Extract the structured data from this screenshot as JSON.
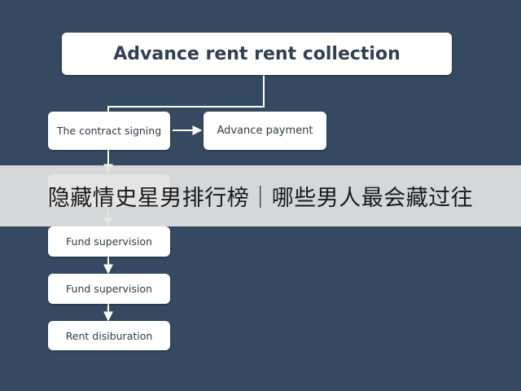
{
  "diagram": {
    "title": "Advance rent rent collection",
    "steps": [
      {
        "label": "The contract signing"
      },
      {
        "label": "Advance payment"
      },
      {
        "label": ""
      },
      {
        "label": "Fund supervision"
      },
      {
        "label": "Fund supervision"
      },
      {
        "label": "Rent disiburation"
      }
    ]
  },
  "overlay": {
    "text": "隐藏情史星男排行榜｜哪些男人最会藏过往"
  },
  "colors": {
    "background": "#354a60",
    "box": "#ffffff",
    "connector": "#ffffff",
    "overlay_band": "#e2e2e2"
  }
}
